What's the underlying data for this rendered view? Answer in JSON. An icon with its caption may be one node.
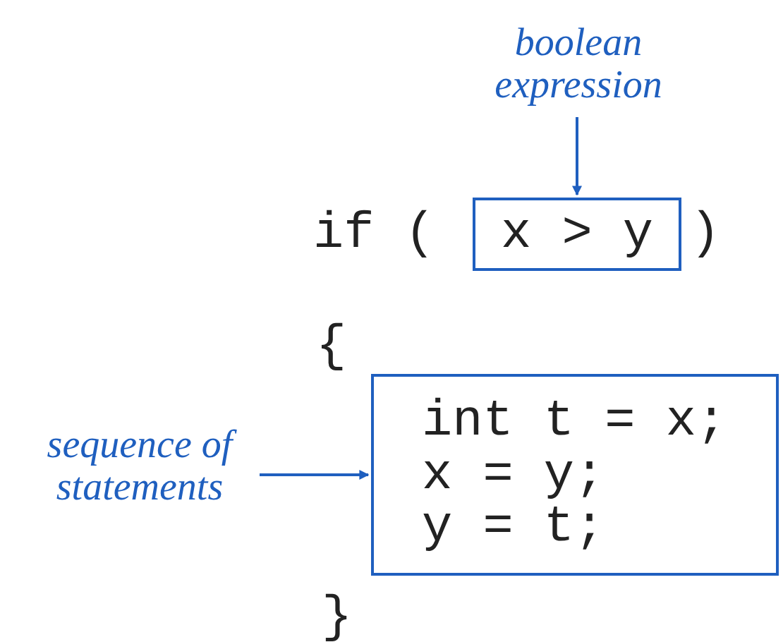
{
  "diagram": {
    "nodes": [
      {
        "text": [
          "boolean expression"
        ]
      },
      {
        "text": [
          "x > y"
        ]
      },
      {
        "text": [
          "sequence of statements"
        ]
      },
      {
        "text": [
          "int t = x;",
          "x = y;",
          "y = t;"
        ]
      }
    ],
    "edges": [
      {
        "from": 0,
        "to": 1,
        "arrow": "to"
      },
      {
        "from": 2,
        "to": 3,
        "arrow": "to"
      }
    ],
    "labels": [
      "if (",
      ")",
      "{",
      "}"
    ]
  }
}
